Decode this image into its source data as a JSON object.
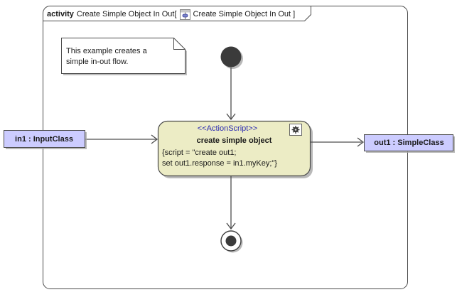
{
  "diagram": {
    "frame_title": {
      "keyword": "activity",
      "name_part": "Create Simple Object In Out[",
      "ref_part": "Create Simple Object In Out ]"
    },
    "note": {
      "line1": "This example creates a",
      "line2": "simple in-out flow."
    },
    "action": {
      "stereotype": "<<ActionScript>>",
      "name": "create simple object",
      "script_line1": "{script = \"create out1;",
      "script_line2": "set out1.response = in1.myKey;\"}"
    },
    "pins": {
      "input_label": "in1 : InputClass",
      "output_label": "out1 : SimpleClass"
    },
    "icons": {
      "action_badge": "gear-icon",
      "title_badge": "activity-diagram-icon"
    },
    "colors": {
      "action_fill": "#ECECC5",
      "pin_fill": "#CCCCFF",
      "stereotype_text": "#2B2BB2",
      "border": "#4A4A4A",
      "node_fill": "#3B3B3B",
      "shadow": "#A8A8A8"
    }
  }
}
